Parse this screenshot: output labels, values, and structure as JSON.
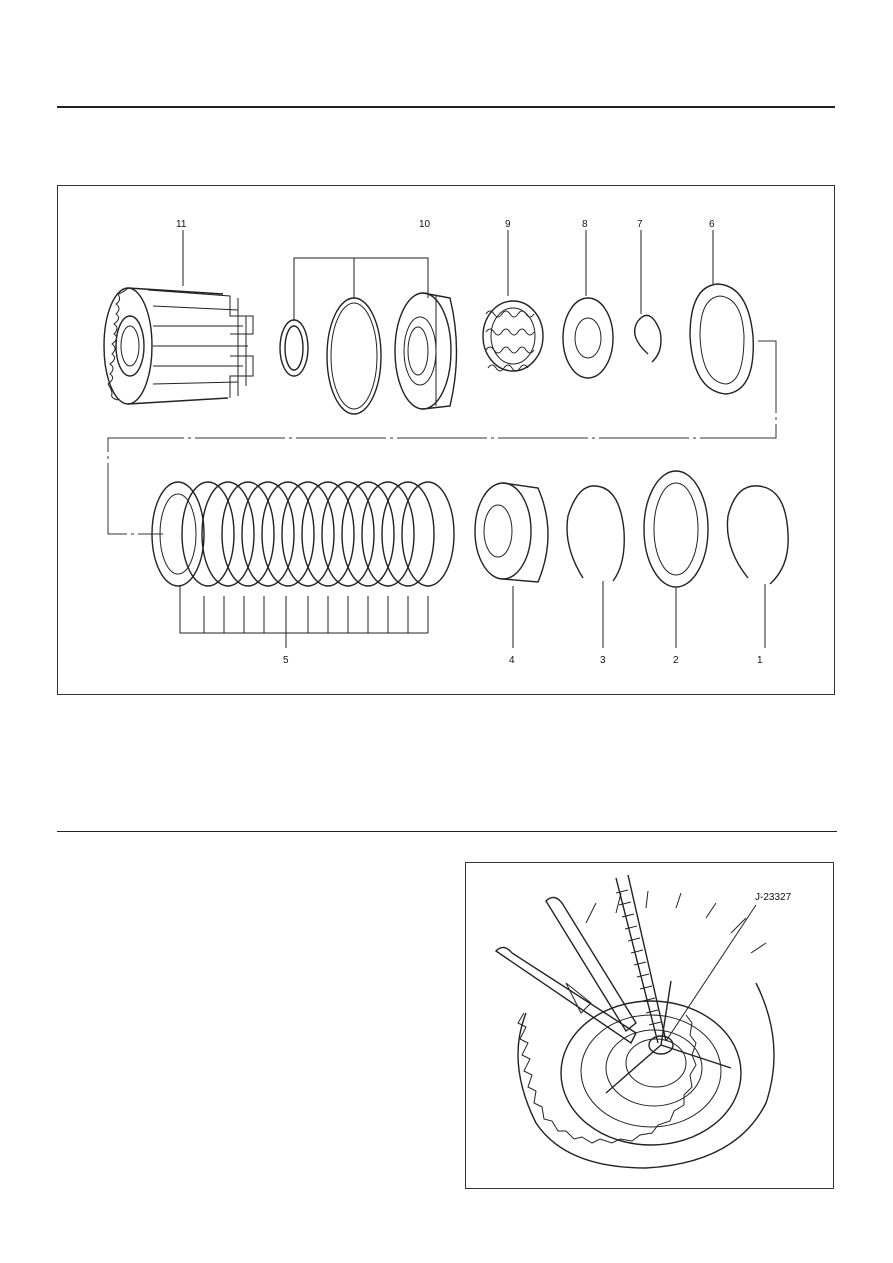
{
  "exploded_view": {
    "callouts": [
      "1",
      "2",
      "3",
      "4",
      "5",
      "6",
      "7",
      "8",
      "9",
      "10",
      "11"
    ]
  },
  "tool_figure": {
    "tool_label": "J-23327"
  }
}
